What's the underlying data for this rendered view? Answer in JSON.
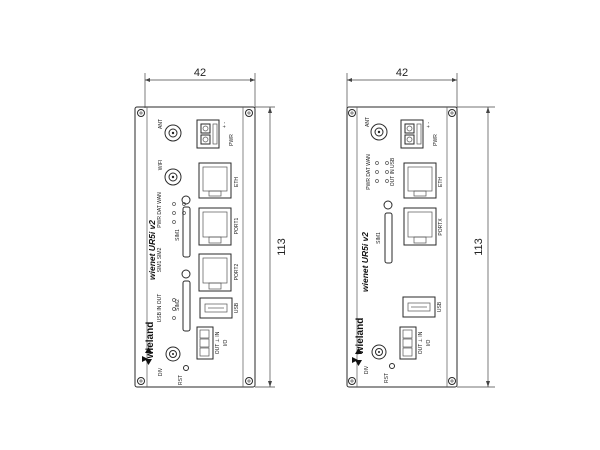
{
  "dimensions": {
    "width": "42",
    "height": "113"
  },
  "devices": [
    {
      "brand": "wieland",
      "model": "wienet UR5i v2",
      "labels": {
        "ant": "ANT",
        "wifi": "WIFI",
        "pwr_conn": "PWR",
        "pwr_pins": "+  -",
        "eth": "ETH",
        "port1": "PORT1",
        "port2": "PORT2",
        "usb": "USB",
        "io": "I/O",
        "io_pins": "OUT  ⊥  IN",
        "leds_row1": "PWR  DAT  WAN",
        "leds_row2": "SIM1  SIM2",
        "leds_row3": "USB  IN  OUT",
        "sim1": "SIM1",
        "sim2": "SIM2",
        "div": "DIV",
        "rst": "RST"
      }
    },
    {
      "brand": "wieland",
      "model": "wienet UR5i v2",
      "labels": {
        "ant": "ANT",
        "pwr_conn": "PWR",
        "pwr_pins": "+  -",
        "eth": "ETH",
        "portx": "PORTX",
        "usb": "USB",
        "io": "I/O",
        "io_pins": "OUT  ⊥  IN",
        "leds_row1": "PWR  DAT  WAN",
        "leds_row2": "OUT  IN  USB",
        "sim1": "SIM1",
        "div": "DIV",
        "rst": "RST"
      }
    }
  ]
}
